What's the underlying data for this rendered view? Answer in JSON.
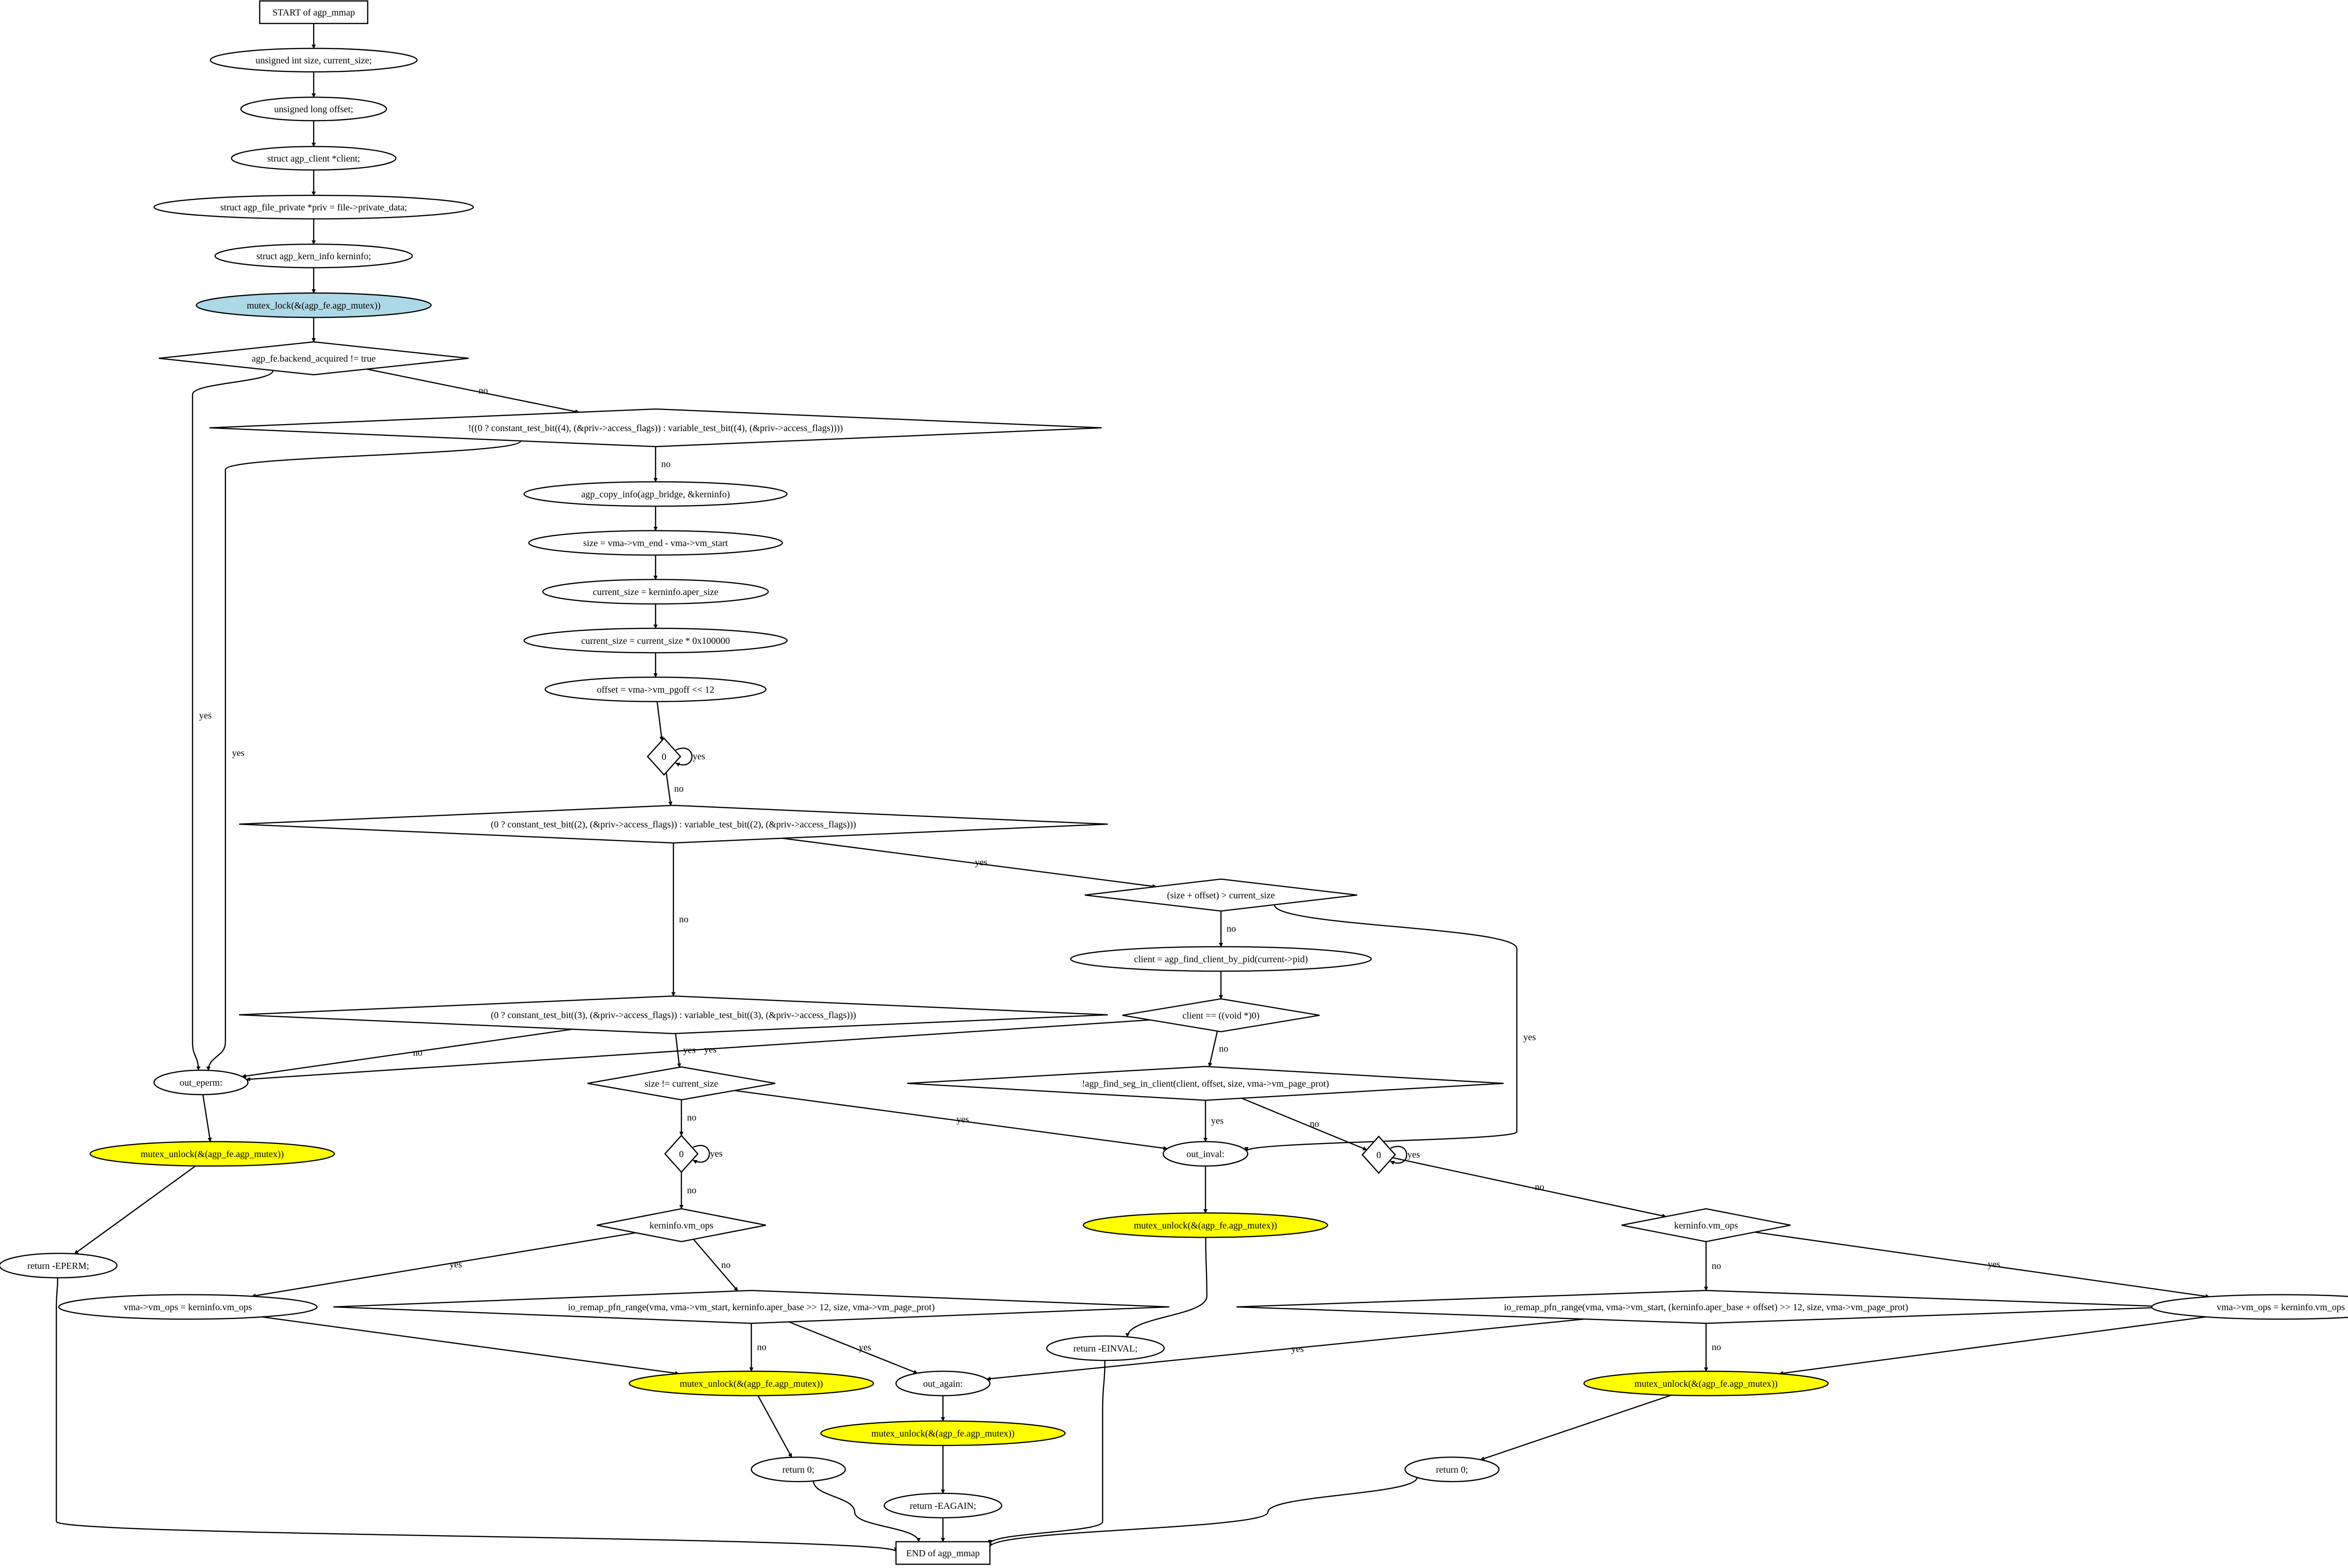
{
  "colors": {
    "default_fill": "#ffffff",
    "lock_fill": "#add8e6",
    "unlock_fill": "#ffff00",
    "stroke": "#000000"
  },
  "nodes": {
    "start": {
      "text": "START of agp_mmap",
      "shape": "box",
      "fill": "#ffffff"
    },
    "decl_size": {
      "text": "unsigned int size, current_size;",
      "shape": "ellipse",
      "fill": "#ffffff"
    },
    "decl_offset": {
      "text": "unsigned long offset;",
      "shape": "ellipse",
      "fill": "#ffffff"
    },
    "decl_client": {
      "text": "struct agp_client *client;",
      "shape": "ellipse",
      "fill": "#ffffff"
    },
    "decl_priv": {
      "text": "struct agp_file_private *priv = file->private_data;",
      "shape": "ellipse",
      "fill": "#ffffff"
    },
    "decl_kerninfo": {
      "text": "struct agp_kern_info kerninfo;",
      "shape": "ellipse",
      "fill": "#ffffff"
    },
    "mutex_lock": {
      "text": "mutex_lock(&(agp_fe.agp_mutex))",
      "shape": "ellipse",
      "fill": "#add8e6"
    },
    "cond_backend": {
      "text": "agp_fe.backend_acquired != true",
      "shape": "diamond",
      "fill": "#ffffff"
    },
    "cond_access4": {
      "text": "!((0 ? constant_test_bit((4), (&priv->access_flags)) : variable_test_bit((4), (&priv->access_flags))))",
      "shape": "diamond",
      "fill": "#ffffff"
    },
    "copy_info": {
      "text": "agp_copy_info(agp_bridge, &kerninfo)",
      "shape": "ellipse",
      "fill": "#ffffff"
    },
    "assign_size": {
      "text": "size = vma->vm_end - vma->vm_start",
      "shape": "ellipse",
      "fill": "#ffffff"
    },
    "assign_cur": {
      "text": "current_size = kerninfo.aper_size",
      "shape": "ellipse",
      "fill": "#ffffff"
    },
    "assign_cur2": {
      "text": "current_size = current_size * 0x100000",
      "shape": "ellipse",
      "fill": "#ffffff"
    },
    "assign_offset": {
      "text": "offset = vma->vm_pgoff << 12",
      "shape": "ellipse",
      "fill": "#ffffff"
    },
    "cond_zero1": {
      "text": "0",
      "shape": "diamond",
      "fill": "#ffffff"
    },
    "cond_access2": {
      "text": "(0 ? constant_test_bit((2), (&priv->access_flags)) : variable_test_bit((2), (&priv->access_flags)))",
      "shape": "diamond",
      "fill": "#ffffff"
    },
    "cond_size_off": {
      "text": "(size + offset) > current_size",
      "shape": "diamond",
      "fill": "#ffffff"
    },
    "find_client": {
      "text": "client = agp_find_client_by_pid(current->pid)",
      "shape": "ellipse",
      "fill": "#ffffff"
    },
    "cond_client_null": {
      "text": "client == ((void *)0)",
      "shape": "diamond",
      "fill": "#ffffff"
    },
    "cond_access3": {
      "text": "(0 ? constant_test_bit((3), (&priv->access_flags)) : variable_test_bit((3), (&priv->access_flags)))",
      "shape": "diamond",
      "fill": "#ffffff"
    },
    "out_eperm": {
      "text": "out_eperm:",
      "shape": "ellipse",
      "fill": "#ffffff"
    },
    "cond_seg": {
      "text": "!agp_find_seg_in_client(client, offset, size, vma->vm_page_prot)",
      "shape": "diamond",
      "fill": "#ffffff"
    },
    "cond_size_ne": {
      "text": "size != current_size",
      "shape": "diamond",
      "fill": "#ffffff"
    },
    "out_inval": {
      "text": "out_inval:",
      "shape": "ellipse",
      "fill": "#ffffff"
    },
    "unlock_eperm": {
      "text": "mutex_unlock(&(agp_fe.agp_mutex))",
      "shape": "ellipse",
      "fill": "#ffff00"
    },
    "cond_zero2": {
      "text": "0",
      "shape": "diamond",
      "fill": "#ffffff"
    },
    "cond_zero3": {
      "text": "0",
      "shape": "diamond",
      "fill": "#ffffff"
    },
    "cond_vmops_l": {
      "text": "kerninfo.vm_ops",
      "shape": "diamond",
      "fill": "#ffffff"
    },
    "unlock_inval": {
      "text": "mutex_unlock(&(agp_fe.agp_mutex))",
      "shape": "ellipse",
      "fill": "#ffff00"
    },
    "cond_vmops_r": {
      "text": "kerninfo.vm_ops",
      "shape": "diamond",
      "fill": "#ffffff"
    },
    "return_eperm": {
      "text": "return -EPERM;",
      "shape": "ellipse",
      "fill": "#ffffff"
    },
    "assign_vmops_l": {
      "text": "vma->vm_ops = kerninfo.vm_ops",
      "shape": "ellipse",
      "fill": "#ffffff"
    },
    "io_remap_l": {
      "text": "io_remap_pfn_range(vma, vma->vm_start, kerninfo.aper_base >> 12, size, vma->vm_page_prot)",
      "shape": "diamond",
      "fill": "#ffffff"
    },
    "io_remap_r": {
      "text": "io_remap_pfn_range(vma, vma->vm_start, (kerninfo.aper_base + offset) >> 12, size, vma->vm_page_prot)",
      "shape": "diamond",
      "fill": "#ffffff"
    },
    "assign_vmops_r": {
      "text": "vma->vm_ops = kerninfo.vm_ops",
      "shape": "ellipse",
      "fill": "#ffffff"
    },
    "return_einval": {
      "text": "return -EINVAL;",
      "shape": "ellipse",
      "fill": "#ffffff"
    },
    "unlock_l": {
      "text": "mutex_unlock(&(agp_fe.agp_mutex))",
      "shape": "ellipse",
      "fill": "#ffff00"
    },
    "out_again": {
      "text": "out_again:",
      "shape": "ellipse",
      "fill": "#ffffff"
    },
    "unlock_r": {
      "text": "mutex_unlock(&(agp_fe.agp_mutex))",
      "shape": "ellipse",
      "fill": "#ffff00"
    },
    "unlock_again": {
      "text": "mutex_unlock(&(agp_fe.agp_mutex))",
      "shape": "ellipse",
      "fill": "#ffff00"
    },
    "return0_l": {
      "text": "return 0;",
      "shape": "ellipse",
      "fill": "#ffffff"
    },
    "return0_r": {
      "text": "return 0;",
      "shape": "ellipse",
      "fill": "#ffffff"
    },
    "return_eagain": {
      "text": "return -EAGAIN;",
      "shape": "ellipse",
      "fill": "#ffffff"
    },
    "end": {
      "text": "END of agp_mmap",
      "shape": "box",
      "fill": "#ffffff"
    }
  },
  "edges": [
    {
      "from": "start",
      "to": "decl_size",
      "label": ""
    },
    {
      "from": "decl_size",
      "to": "decl_offset",
      "label": ""
    },
    {
      "from": "decl_offset",
      "to": "decl_client",
      "label": ""
    },
    {
      "from": "decl_client",
      "to": "decl_priv",
      "label": ""
    },
    {
      "from": "decl_priv",
      "to": "decl_kerninfo",
      "label": ""
    },
    {
      "from": "decl_kerninfo",
      "to": "mutex_lock",
      "label": ""
    },
    {
      "from": "mutex_lock",
      "to": "cond_backend",
      "label": ""
    },
    {
      "from": "cond_backend",
      "to": "cond_access4",
      "label": "no"
    },
    {
      "from": "cond_backend",
      "to": "out_eperm",
      "label": "yes"
    },
    {
      "from": "cond_access4",
      "to": "copy_info",
      "label": "no"
    },
    {
      "from": "cond_access4",
      "to": "out_eperm",
      "label": "yes"
    },
    {
      "from": "copy_info",
      "to": "assign_size",
      "label": ""
    },
    {
      "from": "assign_size",
      "to": "assign_cur",
      "label": ""
    },
    {
      "from": "assign_cur",
      "to": "assign_cur2",
      "label": ""
    },
    {
      "from": "assign_cur2",
      "to": "assign_offset",
      "label": ""
    },
    {
      "from": "assign_offset",
      "to": "cond_zero1",
      "label": ""
    },
    {
      "from": "cond_zero1",
      "to": "cond_zero1",
      "label": "yes"
    },
    {
      "from": "cond_zero1",
      "to": "cond_access2",
      "label": "no"
    },
    {
      "from": "cond_access2",
      "to": "cond_size_off",
      "label": "yes"
    },
    {
      "from": "cond_access2",
      "to": "cond_access3",
      "label": "no"
    },
    {
      "from": "cond_size_off",
      "to": "find_client",
      "label": "no"
    },
    {
      "from": "cond_size_off",
      "to": "out_inval",
      "label": "yes"
    },
    {
      "from": "find_client",
      "to": "cond_client_null",
      "label": ""
    },
    {
      "from": "cond_client_null",
      "to": "out_eperm",
      "label": "yes"
    },
    {
      "from": "cond_client_null",
      "to": "cond_seg",
      "label": "no"
    },
    {
      "from": "cond_access3",
      "to": "out_eperm",
      "label": "no"
    },
    {
      "from": "cond_access3",
      "to": "cond_size_ne",
      "label": "yes"
    },
    {
      "from": "cond_seg",
      "to": "out_inval",
      "label": "yes"
    },
    {
      "from": "cond_seg",
      "to": "cond_zero3",
      "label": "no"
    },
    {
      "from": "cond_size_ne",
      "to": "out_inval",
      "label": "yes"
    },
    {
      "from": "cond_size_ne",
      "to": "cond_zero2",
      "label": "no"
    },
    {
      "from": "out_eperm",
      "to": "unlock_eperm",
      "label": ""
    },
    {
      "from": "unlock_eperm",
      "to": "return_eperm",
      "label": ""
    },
    {
      "from": "out_inval",
      "to": "unlock_inval",
      "label": ""
    },
    {
      "from": "cond_zero2",
      "to": "cond_zero2",
      "label": "yes"
    },
    {
      "from": "cond_zero2",
      "to": "cond_vmops_l",
      "label": "no"
    },
    {
      "from": "cond_zero3",
      "to": "cond_zero3",
      "label": "yes"
    },
    {
      "from": "cond_zero3",
      "to": "cond_vmops_r",
      "label": "no"
    },
    {
      "from": "cond_vmops_l",
      "to": "assign_vmops_l",
      "label": "yes"
    },
    {
      "from": "cond_vmops_l",
      "to": "io_remap_l",
      "label": "no"
    },
    {
      "from": "cond_vmops_r",
      "to": "io_remap_r",
      "label": "no"
    },
    {
      "from": "cond_vmops_r",
      "to": "assign_vmops_r",
      "label": "yes"
    },
    {
      "from": "unlock_inval",
      "to": "return_einval",
      "label": ""
    },
    {
      "from": "assign_vmops_l",
      "to": "unlock_l",
      "label": ""
    },
    {
      "from": "io_remap_l",
      "to": "unlock_l",
      "label": "no"
    },
    {
      "from": "io_remap_l",
      "to": "out_again",
      "label": "yes"
    },
    {
      "from": "io_remap_r",
      "to": "out_again",
      "label": "yes"
    },
    {
      "from": "io_remap_r",
      "to": "unlock_r",
      "label": "no"
    },
    {
      "from": "assign_vmops_r",
      "to": "unlock_r",
      "label": ""
    },
    {
      "from": "unlock_l",
      "to": "return0_l",
      "label": ""
    },
    {
      "from": "out_again",
      "to": "unlock_again",
      "label": ""
    },
    {
      "from": "unlock_r",
      "to": "return0_r",
      "label": ""
    },
    {
      "from": "unlock_again",
      "to": "return_eagain",
      "label": ""
    },
    {
      "from": "return_eperm",
      "to": "end",
      "label": ""
    },
    {
      "from": "return0_l",
      "to": "end",
      "label": ""
    },
    {
      "from": "return_eagain",
      "to": "end",
      "label": ""
    },
    {
      "from": "return_einval",
      "to": "end",
      "label": ""
    },
    {
      "from": "return0_r",
      "to": "end",
      "label": ""
    }
  ]
}
